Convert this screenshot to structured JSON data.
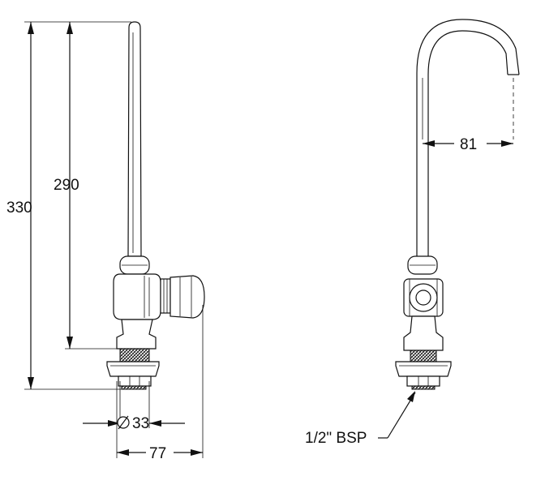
{
  "dimensions": {
    "total_height": "330",
    "spout_height": "290",
    "thread_diameter": "33",
    "depth": "77",
    "reach": "81"
  },
  "callouts": {
    "thread_spec": "1/2\" BSP"
  }
}
